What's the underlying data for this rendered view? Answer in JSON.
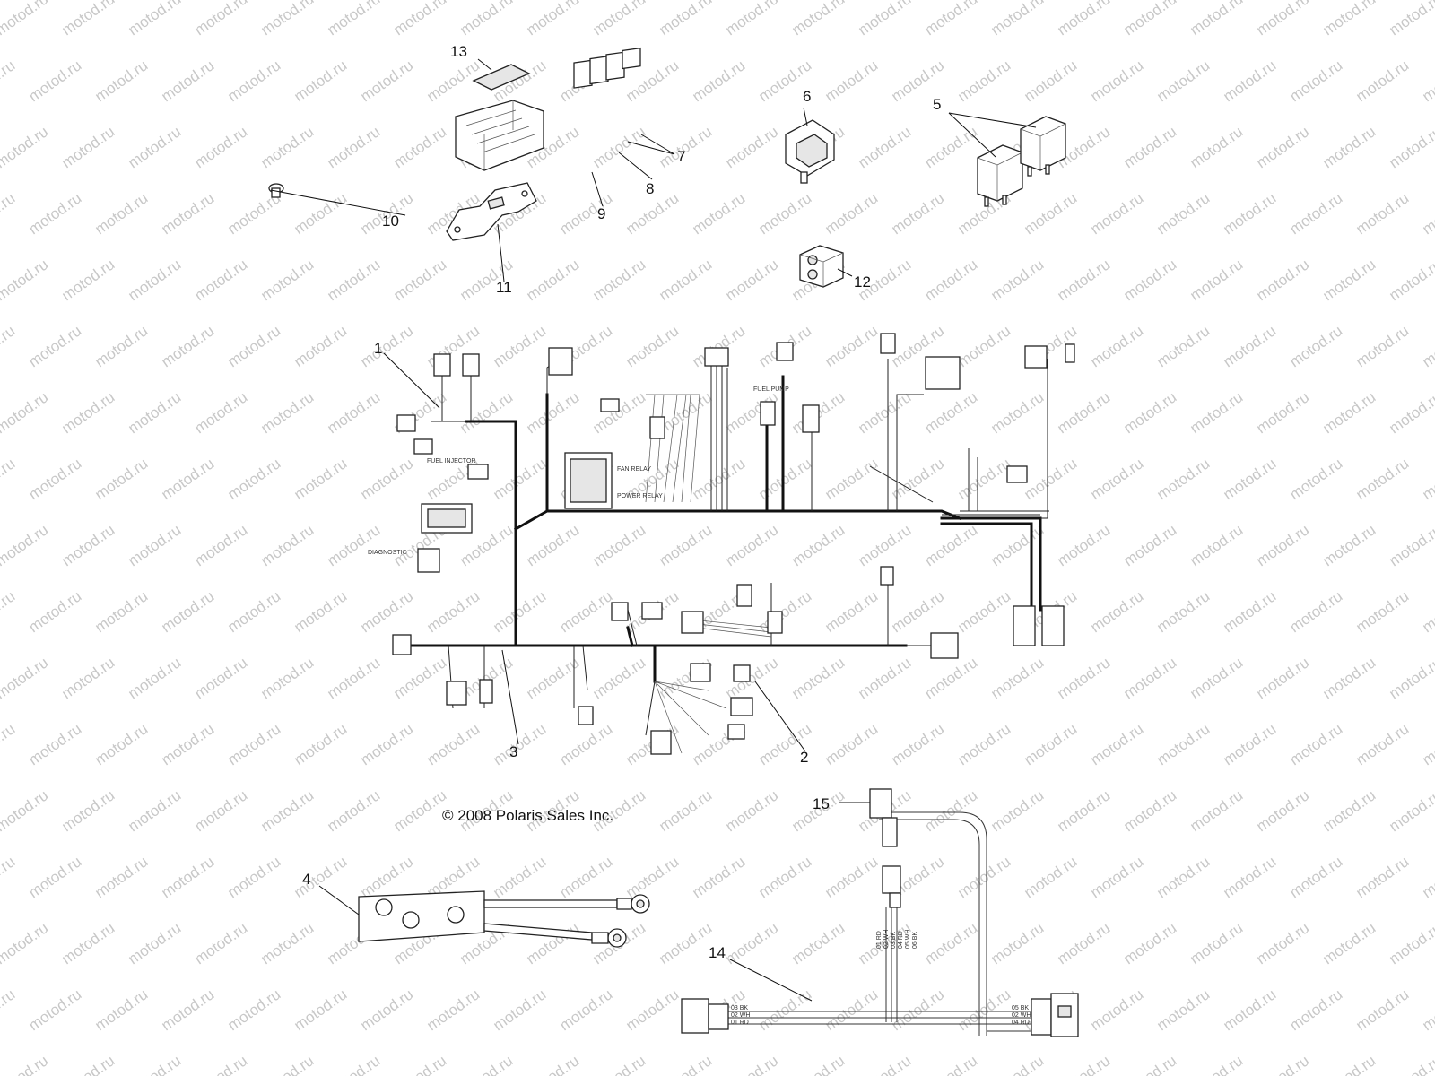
{
  "watermark": {
    "text": "motod.ru",
    "color": "#c8c8c8"
  },
  "copyright": "© 2008 Polaris Sales Inc.",
  "callouts": [
    {
      "id": "c1",
      "label": "1"
    },
    {
      "id": "c2",
      "label": "2"
    },
    {
      "id": "c3",
      "label": "3"
    },
    {
      "id": "c4",
      "label": "4"
    },
    {
      "id": "c5",
      "label": "5"
    },
    {
      "id": "c6",
      "label": "6"
    },
    {
      "id": "c7",
      "label": "7"
    },
    {
      "id": "c8",
      "label": "8"
    },
    {
      "id": "c9",
      "label": "9"
    },
    {
      "id": "c10",
      "label": "10"
    },
    {
      "id": "c11",
      "label": "11"
    },
    {
      "id": "c12",
      "label": "12"
    },
    {
      "id": "c13",
      "label": "13"
    },
    {
      "id": "c14",
      "label": "14"
    },
    {
      "id": "c15",
      "label": "15"
    }
  ],
  "connector_14_left_pins": [
    "03 BK",
    "02 WH",
    "01 RD"
  ],
  "connector_14_right_pins": [
    "05 BK",
    "02 WH",
    "04 RD"
  ],
  "connector_14_top_pins": [
    "01 RD",
    "02 WH",
    "03 BK"
  ],
  "connector_14_top_pins_b": [
    "04 RD",
    "05 WH",
    "06 BK"
  ],
  "harness_labels": {
    "fuel_injector": "FUEL INJECTOR",
    "diagnostic": "DIAGNOSTIC",
    "fan_relay": "FAN RELAY",
    "power_relay": "POWER RELAY",
    "fuel_pump": "FUEL PUMP"
  },
  "colors": {
    "ink": "#111111",
    "background": "#ffffff"
  }
}
